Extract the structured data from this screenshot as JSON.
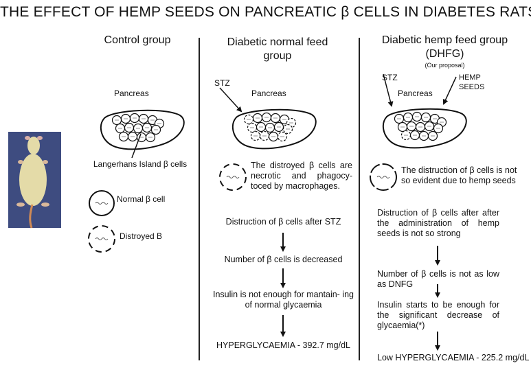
{
  "title": "THE EFFECT OF HEMP SEEDS ON PANCREATIC β CELLS IN DIABETES RATS",
  "control": {
    "heading": "Control group",
    "pancreas_label": "Pancreas",
    "islands_label": "Langerhans Island β cells",
    "legend_normal": "Normal β cell",
    "legend_destroyed": "Distroyed B"
  },
  "diabetic_normal": {
    "heading_line1": "Diabetic normal feed",
    "heading_line2": "group",
    "stz_label": "STZ",
    "pancreas_label": "Pancreas",
    "destroyed_note": "The distroyed β cells are necrotic and phagocy- toced by macrophages.",
    "steps": [
      "Distruction of β cells after STZ",
      "Number of β cells is decreased",
      "Insulin is not enough for mantain- ing of normal glycaemia",
      "HYPERGLYCAEMIA - 392.7 mg/dL"
    ]
  },
  "diabetic_hemp": {
    "heading_line1": "Diabetic hemp feed group",
    "heading_line2": "(DHFG)",
    "subheading": "(Our proposal)",
    "stz_label": "STZ",
    "hemp_label": "HEMP SEEDS",
    "pancreas_label": "Pancreas",
    "destroyed_note": "The distruction of β cells is not so evident due to hemp seeds",
    "steps": [
      "Distruction of β cells after after the administration of hemp seeds is not so strong",
      "Number of β cells is not as low as DNFG",
      "Insulin starts to be enough for the significant decrease of glycaemia(*)",
      "Low HYPERGLYCAEMIA - 225.2 mg/dL"
    ]
  },
  "colors": {
    "photo_bg": "#3e4c80",
    "rat_body": "#e4dba8",
    "rat_tail": "#d08a55"
  }
}
